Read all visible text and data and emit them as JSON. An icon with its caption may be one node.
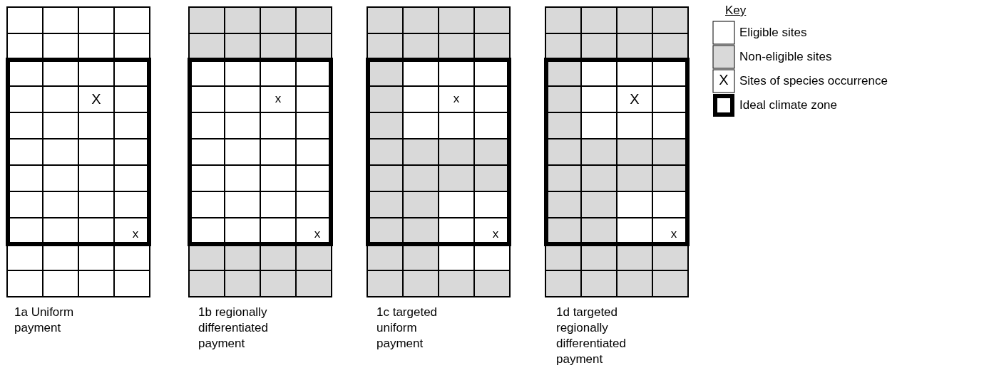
{
  "diagram": {
    "labels": [
      "Key",
      "X",
      "x",
      "x",
      "X",
      "X",
      "x",
      "x",
      "x",
      "x",
      "1a Uniform payment",
      "1b regionally differentiated payment",
      "1c targeted uniform payment",
      "1d targeted regionally differentiated payment"
    ],
    "legend": [
      {
        "text": "Eligible sites",
        "color": "#ffffff"
      },
      {
        "text": "Non-eligible sites",
        "color": "#d9d9d9"
      },
      {
        "text": "Sites of species occurrence"
      },
      {
        "text": "Ideal climate zone"
      }
    ]
  }
}
